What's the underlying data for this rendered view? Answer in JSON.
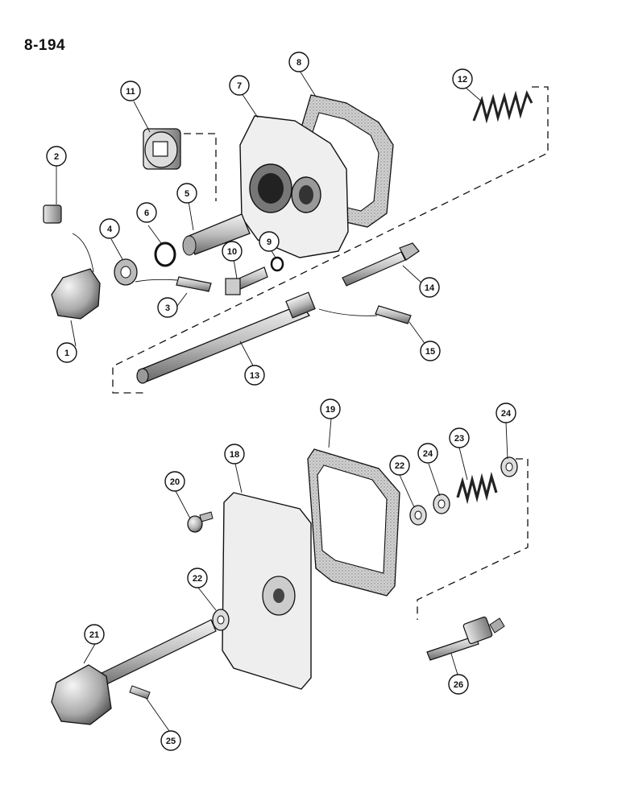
{
  "page": {
    "number": "8-194"
  },
  "callouts": [
    {
      "id": "c1",
      "label": "1"
    },
    {
      "id": "c2",
      "label": "2"
    },
    {
      "id": "c3",
      "label": "3"
    },
    {
      "id": "c4",
      "label": "4"
    },
    {
      "id": "c5",
      "label": "5"
    },
    {
      "id": "c6",
      "label": "6"
    },
    {
      "id": "c7",
      "label": "7"
    },
    {
      "id": "c8",
      "label": "8"
    },
    {
      "id": "c9",
      "label": "9"
    },
    {
      "id": "c10",
      "label": "10"
    },
    {
      "id": "c11",
      "label": "11"
    },
    {
      "id": "c12",
      "label": "12"
    },
    {
      "id": "c13",
      "label": "13"
    },
    {
      "id": "c14",
      "label": "14"
    },
    {
      "id": "c15",
      "label": "15"
    },
    {
      "id": "c18",
      "label": "18"
    },
    {
      "id": "c19",
      "label": "19"
    },
    {
      "id": "c20",
      "label": "20"
    },
    {
      "id": "c21",
      "label": "21"
    },
    {
      "id": "c22a",
      "label": "22"
    },
    {
      "id": "c22b",
      "label": "22"
    },
    {
      "id": "c23",
      "label": "23"
    },
    {
      "id": "c24a",
      "label": "24"
    },
    {
      "id": "c24b",
      "label": "24"
    },
    {
      "id": "c25",
      "label": "25"
    },
    {
      "id": "c26",
      "label": "26"
    }
  ],
  "colors": {
    "ink": "#111111",
    "paper": "#ffffff",
    "shade": "#c8c8c8"
  }
}
